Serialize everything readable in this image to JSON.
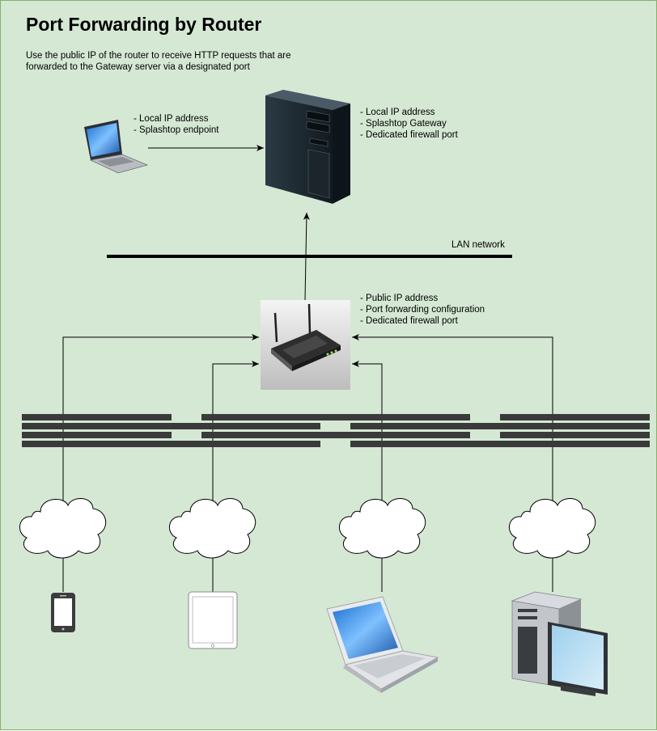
{
  "title": "Port Forwarding by Router",
  "subtitle": "Use the public IP of the router to receive HTTP requests that are forwarded to the Gateway server via a designated port",
  "nodes": {
    "endpoint_laptop": {
      "icon": "laptop-icon",
      "lines": [
        "- Local IP address",
        "- Splashtop endpoint"
      ]
    },
    "gateway_server": {
      "icon": "server-tower-icon",
      "lines": [
        "- Local IP address",
        "- Splashtop Gateway",
        "- Dedicated firewall port"
      ]
    },
    "router": {
      "icon": "wireless-router-icon",
      "lines": [
        "- Public IP address",
        "- Port forwarding configuration",
        "- Dedicated firewall port"
      ]
    },
    "lan": {
      "label": "LAN network"
    },
    "firewall": {
      "icon": "firewall-wall-icon"
    },
    "clients": [
      {
        "icon": "smartphone-icon",
        "cloud": "cloud-icon"
      },
      {
        "icon": "tablet-icon",
        "cloud": "cloud-icon"
      },
      {
        "icon": "macbook-laptop-icon",
        "cloud": "cloud-icon"
      },
      {
        "icon": "desktop-computer-icon",
        "cloud": "cloud-icon"
      }
    ]
  },
  "colors": {
    "background": "#d5e8d4",
    "border": "#82b366",
    "line": "#000000",
    "firewall": "#3a3a3a"
  }
}
